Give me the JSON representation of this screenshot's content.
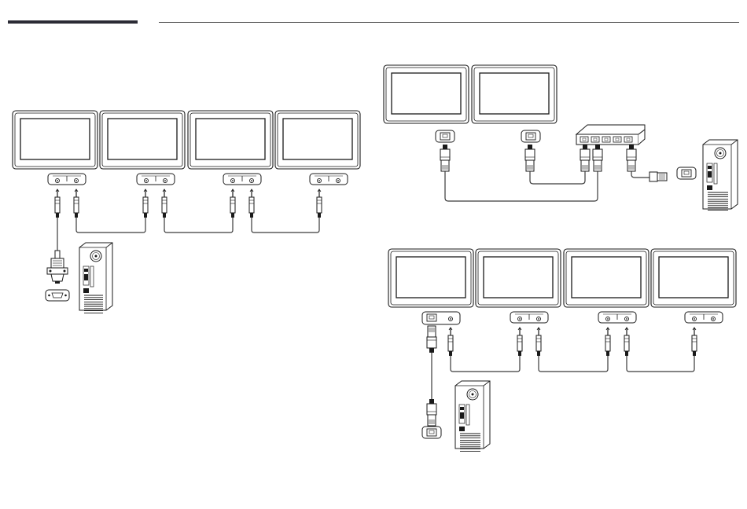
{
  "page": {
    "colors": {
      "ink": "#1a1a1a",
      "cable": "#3a3a3a",
      "paper": "#ffffff",
      "accent_bar": "#2b2b35"
    }
  },
  "diagrams": [
    {
      "id": "rs232c-daisy-chain",
      "displays": 4,
      "pc_port": "d-sub-serial",
      "connectors": "stereo-jack"
    },
    {
      "id": "lan-via-hub",
      "displays": 2,
      "hub_ports": 5,
      "pc_port": "rj45"
    },
    {
      "id": "lan-plus-rs232c-chain",
      "displays": 4,
      "pc_port": "rj45",
      "connectors": "rj45-then-stereo-jack"
    }
  ],
  "icons": [
    "monitor-icon",
    "pc-tower-icon",
    "rj45-port-icon",
    "serial-port-icon",
    "lan-hub-icon",
    "stereo-plug-icon",
    "rj45-plug-icon"
  ]
}
